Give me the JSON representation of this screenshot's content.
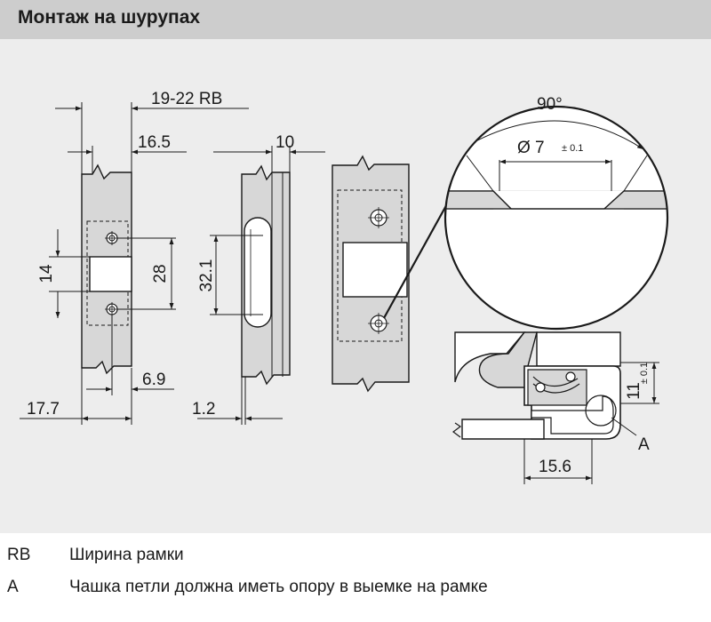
{
  "header": {
    "title": "Монтаж на шурупах"
  },
  "dimensions": {
    "frame_width": "19-22 RB",
    "d16_5": "16.5",
    "d10": "10",
    "d14": "14",
    "d28": "28",
    "d32_1": "32.1",
    "d6_9": "6.9",
    "d17_7": "17.7",
    "d1_2": "1.2",
    "angle": "90°",
    "diameter": "Ø 7",
    "diameter_tol": "± 0.1",
    "d11": "11",
    "d11_tol": "± 0.1",
    "d15_6": "15.6",
    "label_a": "A"
  },
  "legend": [
    {
      "key": "RB",
      "text": "Ширина рамки"
    },
    {
      "key": "A",
      "text": "Чашка петли должна иметь опору в выемке на рамке"
    }
  ]
}
